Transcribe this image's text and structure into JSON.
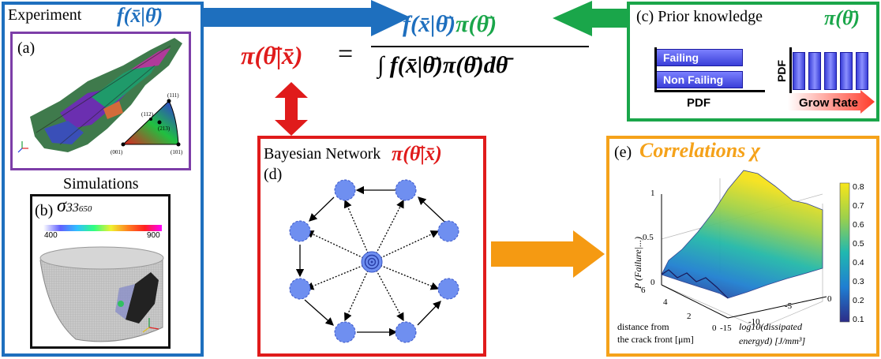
{
  "colors": {
    "blue": "#1e6fbe",
    "green": "#1aa64a",
    "red": "#e01b1b",
    "orange": "#f5a21a",
    "purple": "#7d3ea8",
    "node": "#6f8ff0"
  },
  "experiment": {
    "title": "Experiment",
    "formula": "f(x̄|θ̄)",
    "panel_a": "(a)",
    "ipf_labels": [
      "(111)",
      "(112)",
      "(213)",
      "(001)",
      "(101)"
    ]
  },
  "simulations": {
    "title": "Simulations",
    "panel_b": "(b)",
    "sigma": "σ",
    "sigma_sub": "33",
    "sigma_subsub": "650",
    "scale_min": "400",
    "scale_max": "900"
  },
  "bayes": {
    "lhs": "π(θ̄|x̄)",
    "equals": "=",
    "numerator_f": "f(x̄|θ̄)",
    "numerator_pi": "π(θ̄)",
    "denominator": "∫ f(x̄|θ̄)π(θ̄)dθ̄"
  },
  "prior": {
    "panel": "(c)",
    "title": "Prior knowledge",
    "formula": "π(θ̄)",
    "bar_failing": "Failing",
    "bar_nonfailing": "Non Failing",
    "xaxis_left": "PDF",
    "yaxis_right": "PDF",
    "xaxis_right": "Grow Rate"
  },
  "network": {
    "title": "Bayesian Network",
    "formula": "π(θ̄|x̄)",
    "panel": "(d)"
  },
  "correlations": {
    "panel": "(e)",
    "title": "Correlations",
    "chi": "χ",
    "z_ticks": [
      "0",
      "0.5",
      "1"
    ],
    "colorbar_ticks": [
      "0.8",
      "0.7",
      "0.6",
      "0.5",
      "0.4",
      "0.3",
      "0.2",
      "0.1"
    ],
    "y_ticks": [
      "6",
      "4",
      "2",
      "0"
    ],
    "x_ticks": [
      "-15",
      "-10",
      "-5",
      "0"
    ],
    "zlabel": "P (Failure|...)",
    "ylabel_line1": "distance from",
    "ylabel_line2": "the crack front [μm]",
    "xlabel_line1": "log10(dissipated",
    "xlabel_line2": "energyd) [J/mm³]"
  }
}
